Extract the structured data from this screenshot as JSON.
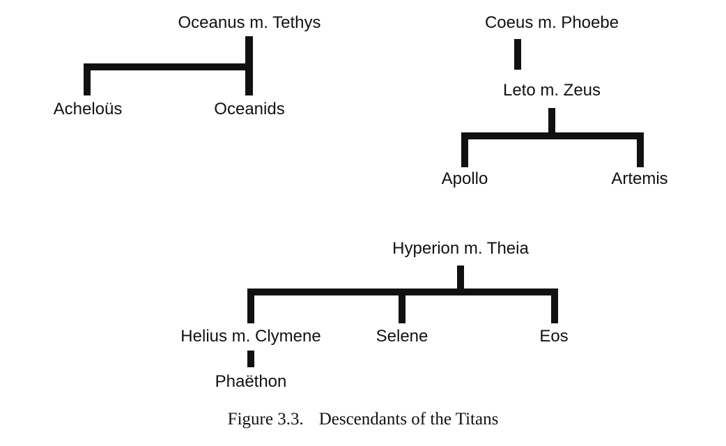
{
  "figure": {
    "number": "Figure 3.3.",
    "title": "Descendants of the Titans"
  },
  "trees": {
    "oceanus": {
      "parents": "Oceanus m. Tethys",
      "children": [
        "Acheloüs",
        "Oceanids"
      ]
    },
    "coeus": {
      "parents": "Coeus m. Phoebe",
      "child": "Leto m. Zeus",
      "grandchildren": [
        "Apollo",
        "Artemis"
      ]
    },
    "hyperion": {
      "parents": "Hyperion m. Theia",
      "children": [
        "Helius m. Clymene",
        "Selene",
        "Eos"
      ],
      "grandchild": "Phaëthon"
    }
  }
}
